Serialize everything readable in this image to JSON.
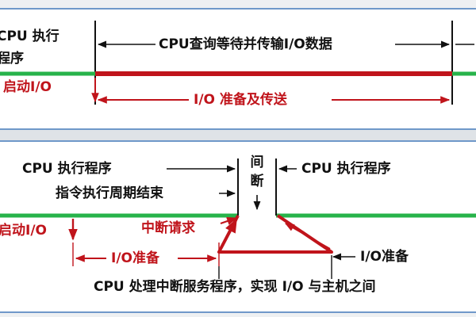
{
  "top_panel": {
    "cpu_exec_label": "CPU 执行",
    "cpu_exec_label_line2": "程序",
    "cpu_query_label": "CPU查询等待并传输I/O数据",
    "start_io_label": "启动I/O",
    "io_prepare_send_label": "I/O 准备及传送"
  },
  "bottom_panel": {
    "cpu_exec_left_label": "CPU 执行程序",
    "interval_char_1": "间",
    "interval_char_2": "断",
    "cpu_exec_right_label": "CPU 执行程序",
    "instruction_cycle_end_label": "指令执行周期结束",
    "start_io_label": "启动I/O",
    "interrupt_request_label": "中断请求",
    "io_prepare_left_label": "I/O准备",
    "io_prepare_right_label": "I/O准备",
    "interrupt_service_label": "CPU 处理中断服务程序，实现 I/O 与主机之间"
  },
  "colors": {
    "red": "#c0141b",
    "green": "#27b34a",
    "black": "#111111"
  }
}
